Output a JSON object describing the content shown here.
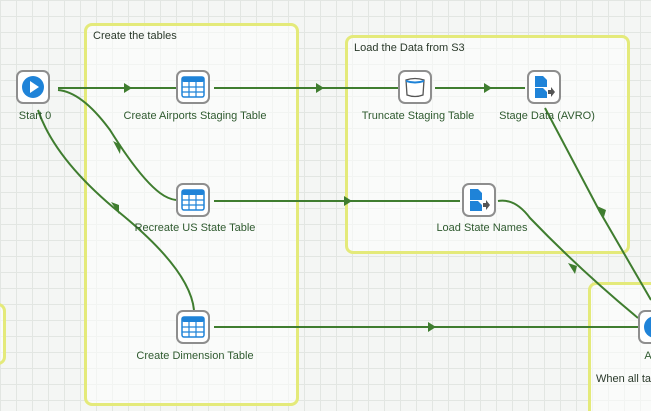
{
  "notes": {
    "create_tables": {
      "title": "Create the tables"
    },
    "load_s3": {
      "title": "Load the Data from S3"
    },
    "final": {
      "title": "When all ta"
    }
  },
  "components": {
    "start": {
      "label": "Start 0",
      "icon": "play-icon"
    },
    "create_airports": {
      "label": "Create Airports Staging Table",
      "icon": "table-icon"
    },
    "recreate_us_state": {
      "label": "Recreate US State Table",
      "icon": "table-icon"
    },
    "create_dimension": {
      "label": "Create Dimension Table",
      "icon": "table-icon"
    },
    "truncate_staging": {
      "label": "Truncate Staging Table",
      "icon": "truncate-table-icon"
    },
    "stage_data": {
      "label": "Stage Data (AVRO)",
      "icon": "s3-load-icon"
    },
    "load_state_names": {
      "label": "Load State Names",
      "icon": "s3-load-icon"
    },
    "and_node": {
      "label": "A",
      "icon": "and-icon"
    }
  },
  "colors": {
    "connector": "#3f7d2f",
    "note_border": "#e4ea7a",
    "icon_blue": "#1f83d8",
    "node_border": "#8e8e8e"
  }
}
